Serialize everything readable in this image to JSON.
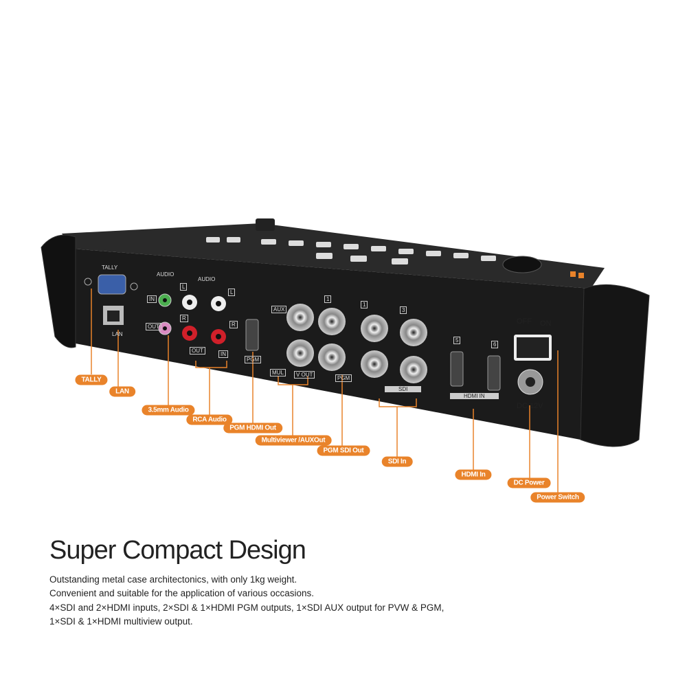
{
  "device": {
    "panel_labels": {
      "tally": "TALLY",
      "audio_35": "AUDIO",
      "audio_rca": "AUDIO",
      "lan": "LAN",
      "in": "IN",
      "out": "OUT",
      "l": "L",
      "r": "R",
      "rca_out": "OUT",
      "rca_in": "IN",
      "pgm": "PGM",
      "aux": "AUX",
      "mul": "MUL",
      "v_out": "V OUT",
      "pgm_sdi": "PGM",
      "sdi": "SDI",
      "hdmi_in": "HDMI IN",
      "n1": "1",
      "n1b": "1",
      "n3": "3",
      "n5": "5",
      "n6": "6",
      "off": "OFF",
      "on": "ON",
      "dc": "DC 12V"
    }
  },
  "callouts": [
    "TALLY",
    "LAN",
    "3.5mm Audio",
    "RCA Audio",
    "PGM HDMI Out",
    "Multiviewer /AUXOut",
    "PGM SDI Out",
    "SDI In",
    "HDMI In",
    "DC Power",
    "Power Switch"
  ],
  "colors": {
    "accent": "#e9832a",
    "body": "#1b1b1b"
  },
  "heading": "Super Compact Design",
  "description": [
    "Outstanding metal case architectonics, with only 1kg weight.",
    "Convenient and suitable for the application of various occasions.",
    "4×SDI and 2×HDMI inputs, 2×SDI & 1×HDMI PGM outputs, 1×SDI AUX output for PVW & PGM,",
    "1×SDI & 1×HDMI multiview output."
  ]
}
